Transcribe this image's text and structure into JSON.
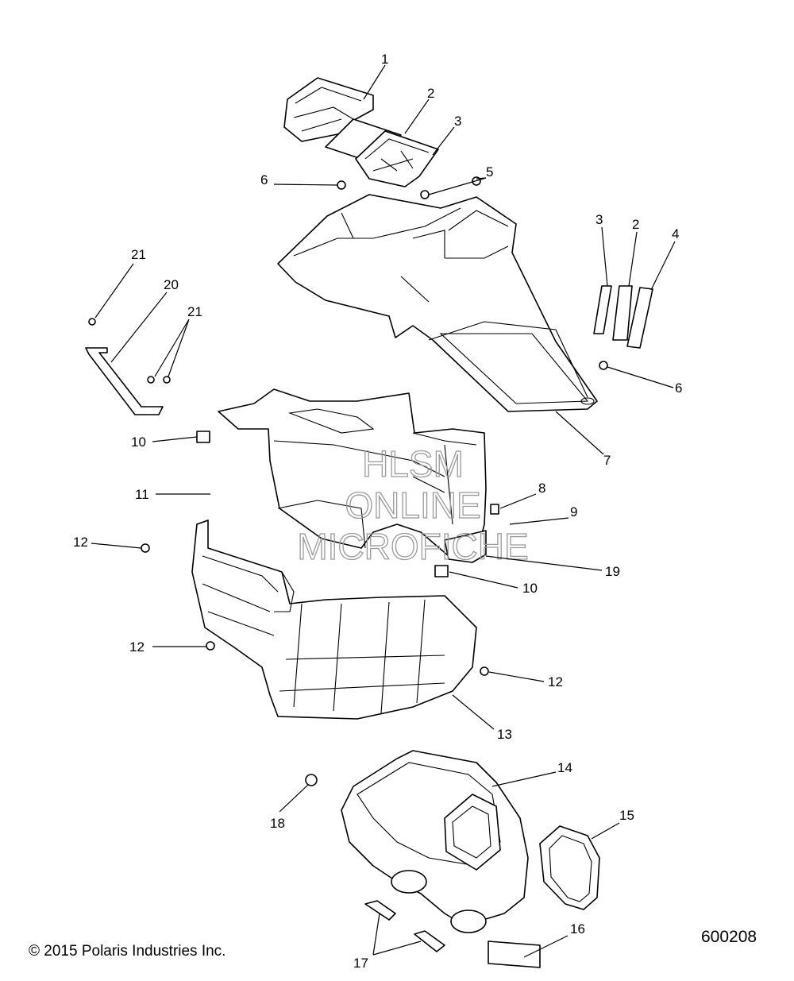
{
  "watermark": [
    "HLSM",
    "ONLINE",
    "MICROFICHE"
  ],
  "copyright": "© 2015 Polaris Industries Inc.",
  "figure_number": "600208",
  "callouts": [
    "1",
    "2",
    "3",
    "6",
    "5",
    "21",
    "20",
    "21",
    "3",
    "2",
    "4",
    "6",
    "7",
    "10",
    "11",
    "8",
    "9",
    "12",
    "19",
    "10",
    "12",
    "12",
    "13",
    "14",
    "18",
    "15",
    "16",
    "17"
  ]
}
